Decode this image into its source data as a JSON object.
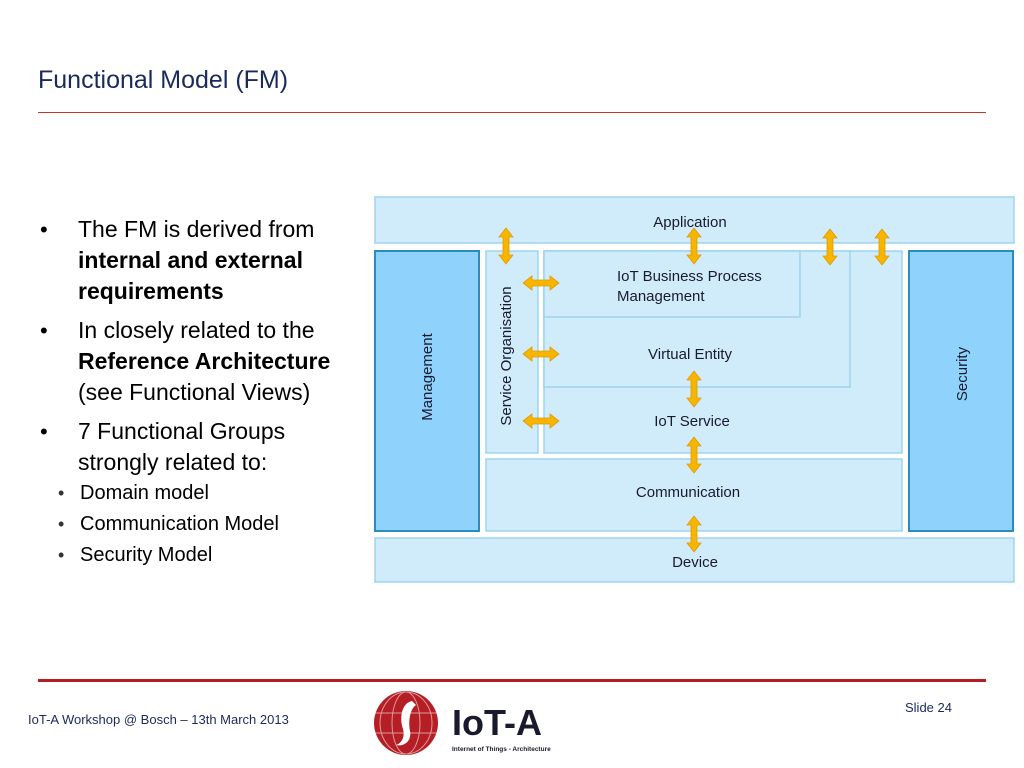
{
  "slide": {
    "title": "Functional Model (FM)",
    "footer_left": "IoT-A Workshop @ Bosch – 13th March 2013",
    "footer_right": "Slide 24"
  },
  "bullets": {
    "b1_normal": "The FM is derived from ",
    "b1_bold": "internal and external requirements",
    "b2_normal": "In closely related to the ",
    "b2_bold": "Reference Architecture",
    "b2_tail": " (see Functional Views)",
    "b3": "7 Functional Groups strongly related to:",
    "sub": [
      "Domain model",
      "Communication Model",
      "Security Model"
    ]
  },
  "diagram": {
    "application": "Application",
    "management": "Management",
    "service_org": "Service Organisation",
    "iot_bpm_line1": "IoT Business Process",
    "iot_bpm_line2": "Management",
    "virtual_entity": "Virtual Entity",
    "iot_service": "IoT Service",
    "communication": "Communication",
    "security": "Security",
    "device": "Device"
  },
  "logo": {
    "name": "IoT-A",
    "tagline": "Internet of Things - Architecture"
  },
  "colors": {
    "title": "#1a2a5c",
    "rule": "#b41e1e",
    "box_light": "#d0ecfb",
    "box_dark": "#8fd3fd",
    "box_border": "#7fc4e4",
    "arrow": "#f7b500"
  }
}
